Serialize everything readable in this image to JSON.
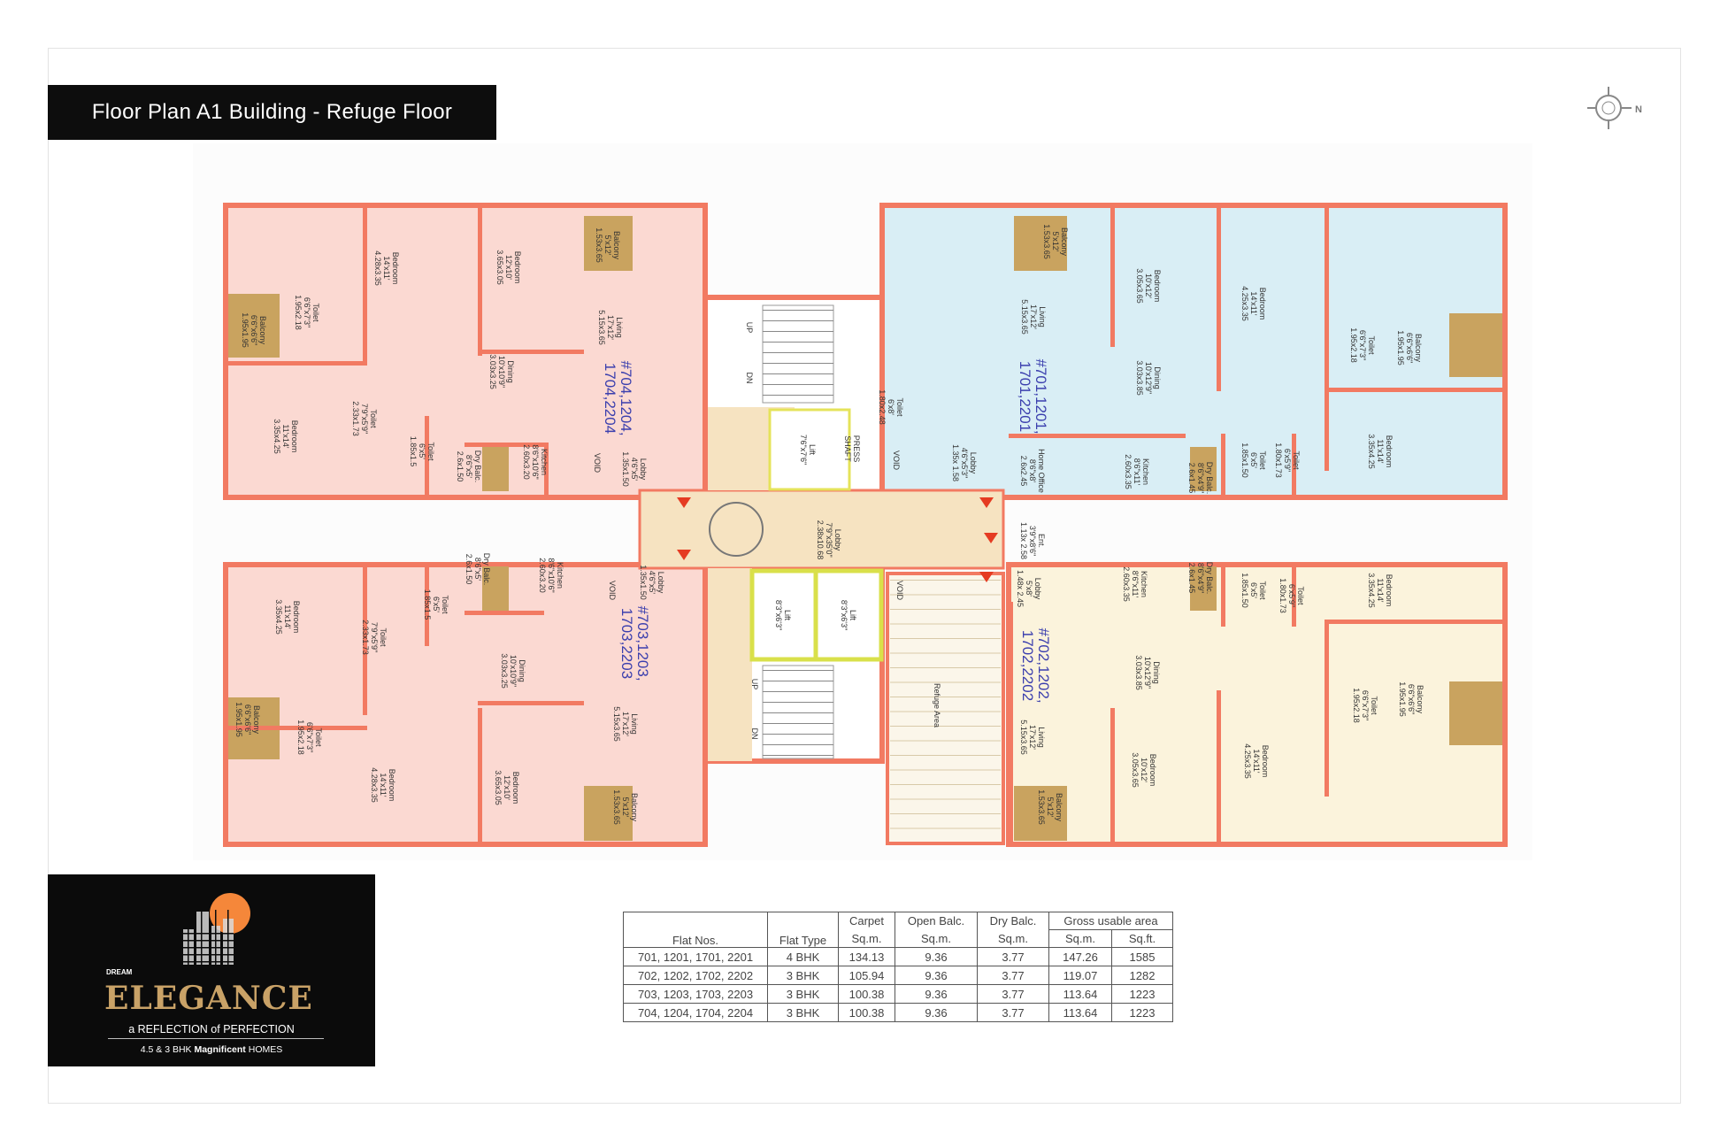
{
  "title": "Floor Plan A1 Building - Refuge Floor",
  "compass": {
    "label": "N",
    "icon": "compass-rose-icon"
  },
  "colors": {
    "wall": "#f27a62",
    "unit_pink": "#fbd9d2",
    "unit_blue": "#d9eef5",
    "unit_cream": "#fbf3dc",
    "balcony": "#c9a35f",
    "lobby": "#f6e3c1",
    "unit_label": "#3b3fae",
    "lift_outline": "#e5e35a"
  },
  "plan": {
    "units": [
      {
        "id": "704",
        "label_line1": "#704,1204,",
        "label_line2": "1704,2204",
        "rooms": [
          {
            "name": "Bedroom",
            "ft": "14'x11'",
            "m": "4.28x3.35"
          },
          {
            "name": "Bedroom",
            "ft": "12'x10'",
            "m": "3.65x3.05"
          },
          {
            "name": "Balcony",
            "ft": "5'x12'",
            "m": "1.53x3.65"
          },
          {
            "name": "Toilet",
            "ft": "6'6\"x7'3\"",
            "m": "1.95x2.18"
          },
          {
            "name": "Balcony",
            "ft": "6'6\"x6'6\"",
            "m": "1.95x1.95"
          },
          {
            "name": "Living",
            "ft": "17'x12'",
            "m": "5.15x3.65"
          },
          {
            "name": "Dining",
            "ft": "10'x10'9\"",
            "m": "3.03x3.25"
          },
          {
            "name": "Bedroom",
            "ft": "11'x14'",
            "m": "3.35x4.25"
          },
          {
            "name": "Toilet",
            "ft": "7'9\"x5'9\"",
            "m": "2.33x1.73"
          },
          {
            "name": "Toilet",
            "ft": "6'x5'",
            "m": "1.85x1.5"
          },
          {
            "name": "Dry Balc.",
            "ft": "8'6\"x5'",
            "m": "2.6x1.50"
          },
          {
            "name": "Kitchen",
            "ft": "8'6\"x10'6\"",
            "m": "2.60x3.20"
          },
          {
            "name": "Lobby",
            "ft": "4'6\"x5'",
            "m": "1.35x1.50"
          },
          {
            "name": "VOID",
            "ft": "",
            "m": ""
          }
        ]
      },
      {
        "id": "703",
        "label_line1": "#703,1203,",
        "label_line2": "1703,2203",
        "rooms": [
          {
            "name": "Dry Balc.",
            "ft": "8'6\"x5'",
            "m": "2.6x1.50"
          },
          {
            "name": "Kitchen",
            "ft": "8'6\"x10'6\"",
            "m": "2.60x3.20"
          },
          {
            "name": "Lobby",
            "ft": "4'6\"x5'",
            "m": "1.35x1.50"
          },
          {
            "name": "VOID",
            "ft": "",
            "m": ""
          },
          {
            "name": "Toilet",
            "ft": "6'x5'",
            "m": "1.85x1.5"
          },
          {
            "name": "Toilet",
            "ft": "7'9\"x5'9\"",
            "m": "2.33x1.73"
          },
          {
            "name": "Bedroom",
            "ft": "11'x14'",
            "m": "3.35x4.25"
          },
          {
            "name": "Dining",
            "ft": "10'x10'9\"",
            "m": "3.03x3.25"
          },
          {
            "name": "Living",
            "ft": "17'x12'",
            "m": "5.15x3.65"
          },
          {
            "name": "Balcony",
            "ft": "6'6\"x6'6\"",
            "m": "1.95x1.95"
          },
          {
            "name": "Toilet",
            "ft": "6'6\"x7'3\"",
            "m": "1.95x2.18"
          },
          {
            "name": "Bedroom",
            "ft": "14'x11'",
            "m": "4.28x3.35"
          },
          {
            "name": "Bedroom",
            "ft": "12'x10'",
            "m": "3.65x3.05"
          },
          {
            "name": "Balcony",
            "ft": "5'x12'",
            "m": "1.53x3.65"
          }
        ]
      },
      {
        "id": "701",
        "label_line1": "#701,1201,",
        "label_line2": "1701,2201",
        "rooms": [
          {
            "name": "Balcony",
            "ft": "5'x12'",
            "m": "1.53x3.65"
          },
          {
            "name": "Bedroom",
            "ft": "10'x12'",
            "m": "3.05x3.65"
          },
          {
            "name": "Bedroom",
            "ft": "14'x11'",
            "m": "4.25x3.35"
          },
          {
            "name": "Toilet",
            "ft": "6'6\"x7'3\"",
            "m": "1.95x2.18"
          },
          {
            "name": "Balcony",
            "ft": "6'6\"x6'6\"",
            "m": "1.95x1.95"
          },
          {
            "name": "Living",
            "ft": "17'x12'",
            "m": "5.15x3.65"
          },
          {
            "name": "Dining",
            "ft": "10'x12'9\"",
            "m": "3.03x3.85"
          },
          {
            "name": "Kitchen",
            "ft": "8'6\"x11'",
            "m": "2.60x3.35"
          },
          {
            "name": "Dry Balc.",
            "ft": "8'6\"x4'9\"",
            "m": "2.6x1.45"
          },
          {
            "name": "Toilet",
            "ft": "6'x5'",
            "m": "1.85x1.50"
          },
          {
            "name": "Toilet",
            "ft": "6'x5'9\"",
            "m": "1.80x1.73"
          },
          {
            "name": "Bedroom",
            "ft": "11'x14'",
            "m": "3.35x4.25"
          },
          {
            "name": "Home Office",
            "ft": "8'6\"x8'",
            "m": "2.6x2.45"
          },
          {
            "name": "Toilet",
            "ft": "6'x8'",
            "m": "1.80x2.48"
          },
          {
            "name": "Lobby",
            "ft": "4'6\"x5'3\"",
            "m": "1.35x 1.58"
          },
          {
            "name": "VOID",
            "ft": "",
            "m": ""
          }
        ]
      },
      {
        "id": "702",
        "label_line1": "#702,1202,",
        "label_line2": "1702,2202",
        "rooms": [
          {
            "name": "Ent.",
            "ft": "3'9\"x8'6\"",
            "m": "1.13x 2.58"
          },
          {
            "name": "Lobby",
            "ft": "5'x8'",
            "m": "1.48x 2.45"
          },
          {
            "name": "Kitchen",
            "ft": "8'6\"x11'",
            "m": "2.60x3.35"
          },
          {
            "name": "Dry Balc.",
            "ft": "8'6\"x4'9\"",
            "m": "2.6x1.45"
          },
          {
            "name": "Toilet",
            "ft": "6'x5'",
            "m": "1.85x1.50"
          },
          {
            "name": "Toilet",
            "ft": "6'x5'9\"",
            "m": "1.80x1.73"
          },
          {
            "name": "Bedroom",
            "ft": "11'x14'",
            "m": "3.35x4.25"
          },
          {
            "name": "Dining",
            "ft": "10'x12'9\"",
            "m": "3.03x3.85"
          },
          {
            "name": "Living",
            "ft": "17'x12'",
            "m": "5.15x3.65"
          },
          {
            "name": "Toilet",
            "ft": "6'6\"x7'3\"",
            "m": "1.95x2.18"
          },
          {
            "name": "Balcony",
            "ft": "6'6\"x6'6\"",
            "m": "1.95x1.95"
          },
          {
            "name": "Bedroom",
            "ft": "14'x11'",
            "m": "4.25x3.35"
          },
          {
            "name": "Bedroom",
            "ft": "10'x12'",
            "m": "3.05x3.65"
          },
          {
            "name": "Balcony",
            "ft": "5'x12'",
            "m": "1.53x3.65"
          }
        ]
      }
    ],
    "core": [
      {
        "name": "UP",
        "ft": "",
        "m": ""
      },
      {
        "name": "DN",
        "ft": "",
        "m": ""
      },
      {
        "name": "Lift",
        "ft": "7'6\"x7'6\"",
        "m": ""
      },
      {
        "name": "PRESS",
        "ft": "SHAFT",
        "m": ""
      },
      {
        "name": "Lobby",
        "ft": "7'9\"x35'0\"",
        "m": "2.38x10.68"
      },
      {
        "name": "Lift",
        "ft": "8'3\"x6'3\"",
        "m": ""
      },
      {
        "name": "Lift",
        "ft": "8'3\"x6'3\"",
        "m": ""
      },
      {
        "name": "VOID",
        "ft": "",
        "m": ""
      },
      {
        "name": "Refuge Area",
        "ft": "",
        "m": ""
      },
      {
        "name": "UP",
        "ft": "",
        "m": ""
      },
      {
        "name": "DN",
        "ft": "",
        "m": ""
      }
    ]
  },
  "table": {
    "headers": {
      "flat_nos": "Flat Nos.",
      "flat_type": "Flat Type",
      "carpet": "Carpet",
      "open_balc": "Open Balc.",
      "dry_balc": "Dry Balc.",
      "gross": "Gross usable area",
      "sqm": "Sq.m.",
      "sqft": "Sq.ft."
    },
    "rows": [
      [
        "701, 1201, 1701, 2201",
        "4 BHK",
        "134.13",
        "9.36",
        "3.77",
        "147.26",
        "1585"
      ],
      [
        "702, 1202, 1702, 2202",
        "3 BHK",
        "105.94",
        "9.36",
        "3.77",
        "119.07",
        "1282"
      ],
      [
        "703, 1203, 1703, 2203",
        "3 BHK",
        "100.38",
        "9.36",
        "3.77",
        "113.64",
        "1223"
      ],
      [
        "704, 1204, 1704, 2204",
        "3 BHK",
        "100.38",
        "9.36",
        "3.77",
        "113.64",
        "1223"
      ]
    ]
  },
  "logo": {
    "dream": "DREAM",
    "brand": "ELEGANCE",
    "tagline": "a REFLECTION of PERFECTION",
    "sub_prefix": "4.5 & 3 BHK ",
    "sub_bold": "Magnificent",
    "sub_suffix": " HOMES"
  }
}
